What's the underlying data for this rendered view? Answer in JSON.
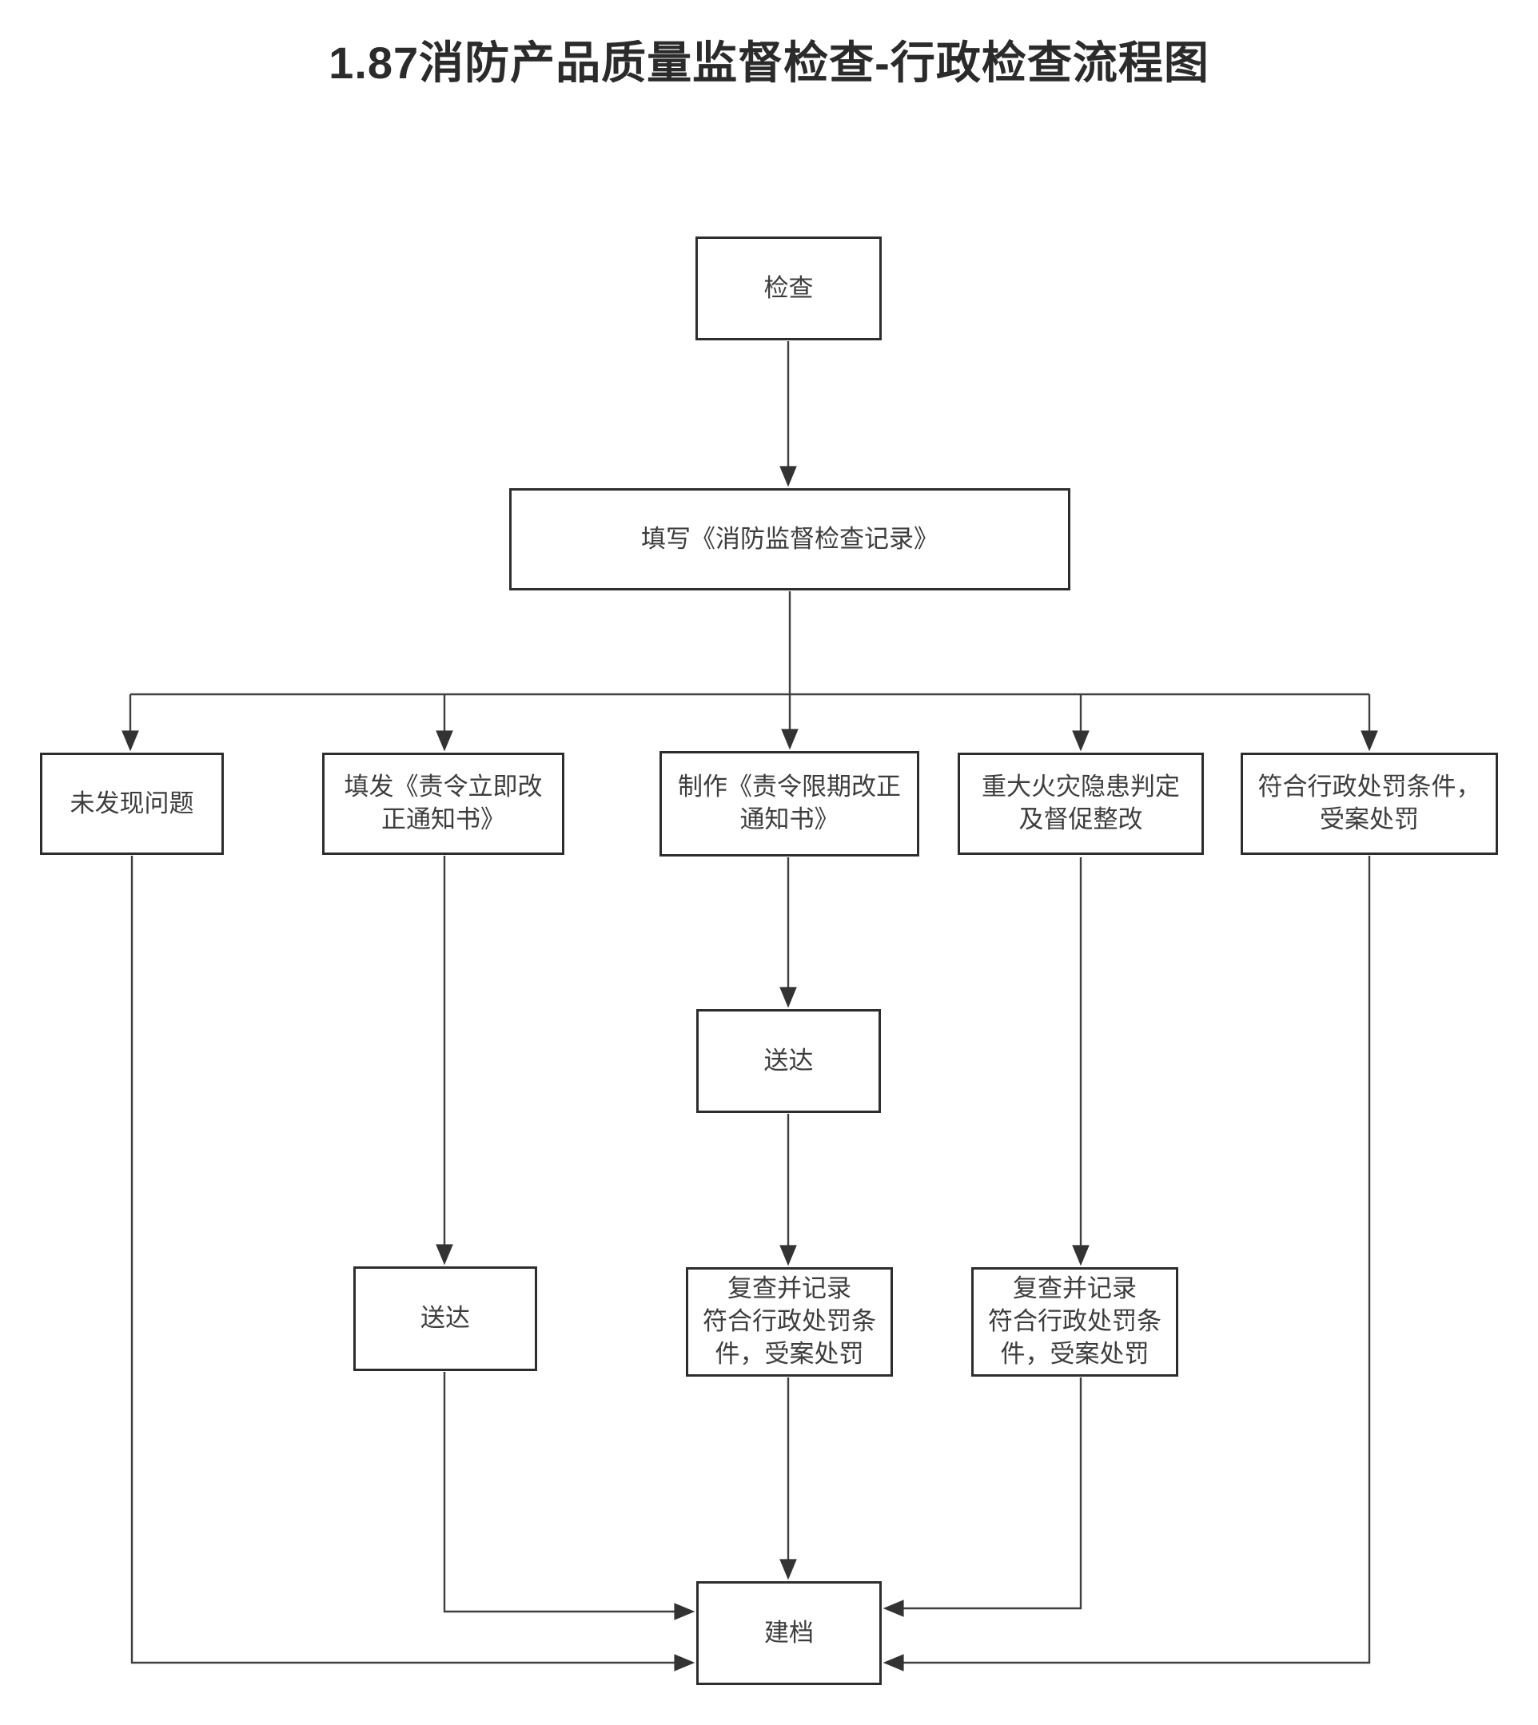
{
  "page": {
    "title": "1.87消防产品质量监督检查-行政检查流程图",
    "background_color": "#ffffff",
    "box_border_color": "#2d2d2d",
    "line_color": "#3f3f3f",
    "text_color": "#3d3d3d",
    "title_color": "#2b2b2b"
  },
  "nodes": {
    "check": {
      "label": "检查"
    },
    "fill_record": {
      "label": "填写《消防监督检查记录》"
    },
    "no_problem": {
      "label": "未发现问题"
    },
    "immediate_notice": {
      "label": "填发《责令立即改\n正通知书》"
    },
    "deadline_notice": {
      "label": "制作《责令限期改正\n通知书》"
    },
    "major_hazard": {
      "label": "重大火灾隐患判定\n及督促整改"
    },
    "punishment": {
      "label": "符合行政处罚条件，\n受案处罚"
    },
    "delivery_left": {
      "label": "送达"
    },
    "delivery_center": {
      "label": "送达"
    },
    "recheck_center": {
      "label": "复查并记录\n符合行政处罚条\n件，受案处罚"
    },
    "recheck_right": {
      "label": "复查并记录\n符合行政处罚条\n件，受案处罚"
    },
    "archive": {
      "label": "建档"
    }
  },
  "edges": [
    {
      "from": "check",
      "to": "fill_record"
    },
    {
      "from": "fill_record",
      "to": "no_problem"
    },
    {
      "from": "fill_record",
      "to": "immediate_notice"
    },
    {
      "from": "fill_record",
      "to": "deadline_notice"
    },
    {
      "from": "fill_record",
      "to": "major_hazard"
    },
    {
      "from": "fill_record",
      "to": "punishment"
    },
    {
      "from": "immediate_notice",
      "to": "delivery_left"
    },
    {
      "from": "deadline_notice",
      "to": "delivery_center"
    },
    {
      "from": "delivery_center",
      "to": "recheck_center"
    },
    {
      "from": "major_hazard",
      "to": "recheck_right"
    },
    {
      "from": "no_problem",
      "to": "archive"
    },
    {
      "from": "delivery_left",
      "to": "archive"
    },
    {
      "from": "recheck_center",
      "to": "archive"
    },
    {
      "from": "recheck_right",
      "to": "archive"
    },
    {
      "from": "punishment",
      "to": "archive"
    }
  ]
}
